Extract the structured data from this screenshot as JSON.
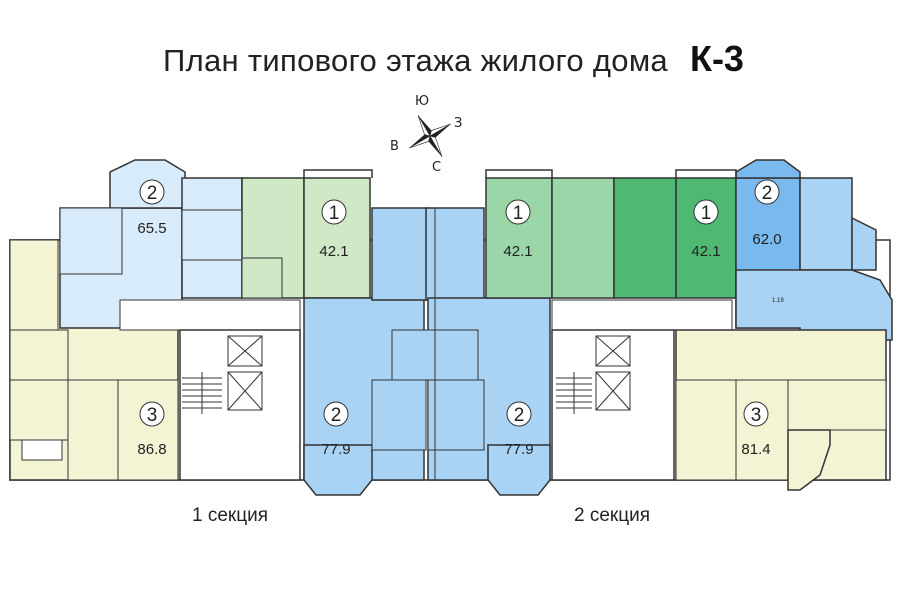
{
  "header": {
    "title": "План типового этажа жилого дома",
    "model": "К-3"
  },
  "compass": {
    "north": "С",
    "south": "Ю",
    "east": "В",
    "west": "З"
  },
  "apartments": [
    {
      "rooms": "2",
      "area": "65.5",
      "color": "#d8ebfa"
    },
    {
      "rooms": "1",
      "area": "42.1",
      "color": "#cfe8c6"
    },
    {
      "rooms": "3",
      "area": "86.8",
      "color": "#f4f4d4"
    },
    {
      "rooms": "2",
      "area": "77.9",
      "color": "#a9d3f5"
    },
    {
      "rooms": "1",
      "area": "42.1",
      "color": "#9bd6a8"
    },
    {
      "rooms": "1",
      "area": "42.1",
      "color": "#4fb872"
    },
    {
      "rooms": "2",
      "area": "62.0",
      "color": "#7ab9ee"
    },
    {
      "rooms": "2",
      "area": "77.9",
      "color": "#a9d3f5"
    },
    {
      "rooms": "3",
      "area": "81.4",
      "color": "#f4f4d4"
    }
  ],
  "sections": [
    {
      "label": "1 секция"
    },
    {
      "label": "2 секция"
    }
  ],
  "small_label": "1.19"
}
